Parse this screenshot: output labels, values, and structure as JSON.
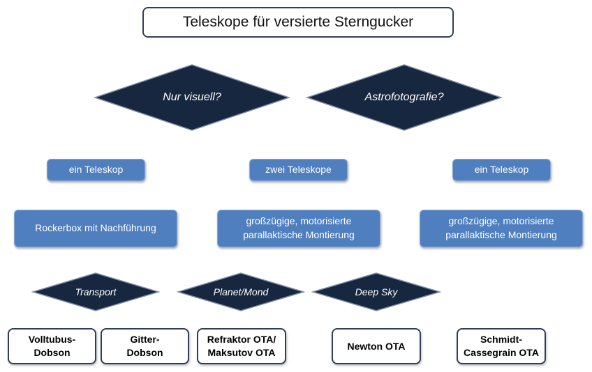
{
  "title": "Teleskope für versierte Sterngucker",
  "questions": {
    "visual": "Nur visuell?",
    "astro": "Astrofotografie?"
  },
  "counts": {
    "left": "ein Teleskop",
    "middle": "zwei Teleskope",
    "right": "ein Teleskop"
  },
  "mounts": {
    "left": "Rockerbox mit Nachführung",
    "middle": [
      "großzügige, motorisierte",
      "parallaktische Montierung"
    ],
    "right": [
      "großzügige, motorisierte",
      "parallaktische Montierung"
    ]
  },
  "criteria": {
    "transport": "Transport",
    "planet": "Planet/Mond",
    "deepsky": "Deep Sky"
  },
  "telescopes": {
    "volltubus": [
      "Volltubus-",
      "Dobson"
    ],
    "gitter": [
      "Gitter-",
      "Dobson"
    ],
    "refraktor": [
      "Refraktor OTA/",
      "Maksutov OTA"
    ],
    "newton": "Newton OTA",
    "schmidt": [
      "Schmidt-",
      "Cassegrain OTA"
    ]
  },
  "colors": {
    "diamond_fill": "#17273f",
    "diamond_stroke": "#7f8fa8",
    "box_blue": "#4f7fbf",
    "box_border": "#2f3f5a"
  }
}
